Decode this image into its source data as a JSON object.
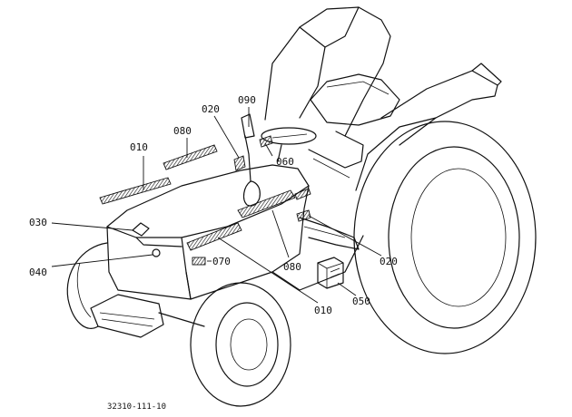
{
  "callouts": {
    "c010_top": "010",
    "c080_top": "080",
    "c020_top": "020",
    "c090": "090",
    "c060": "060",
    "c030": "030",
    "c040": "040",
    "c070": "070",
    "c080_bottom": "080",
    "c010_bottom": "010",
    "c020_right": "020",
    "c050": "050"
  },
  "drawing_code": "32310-111-10"
}
